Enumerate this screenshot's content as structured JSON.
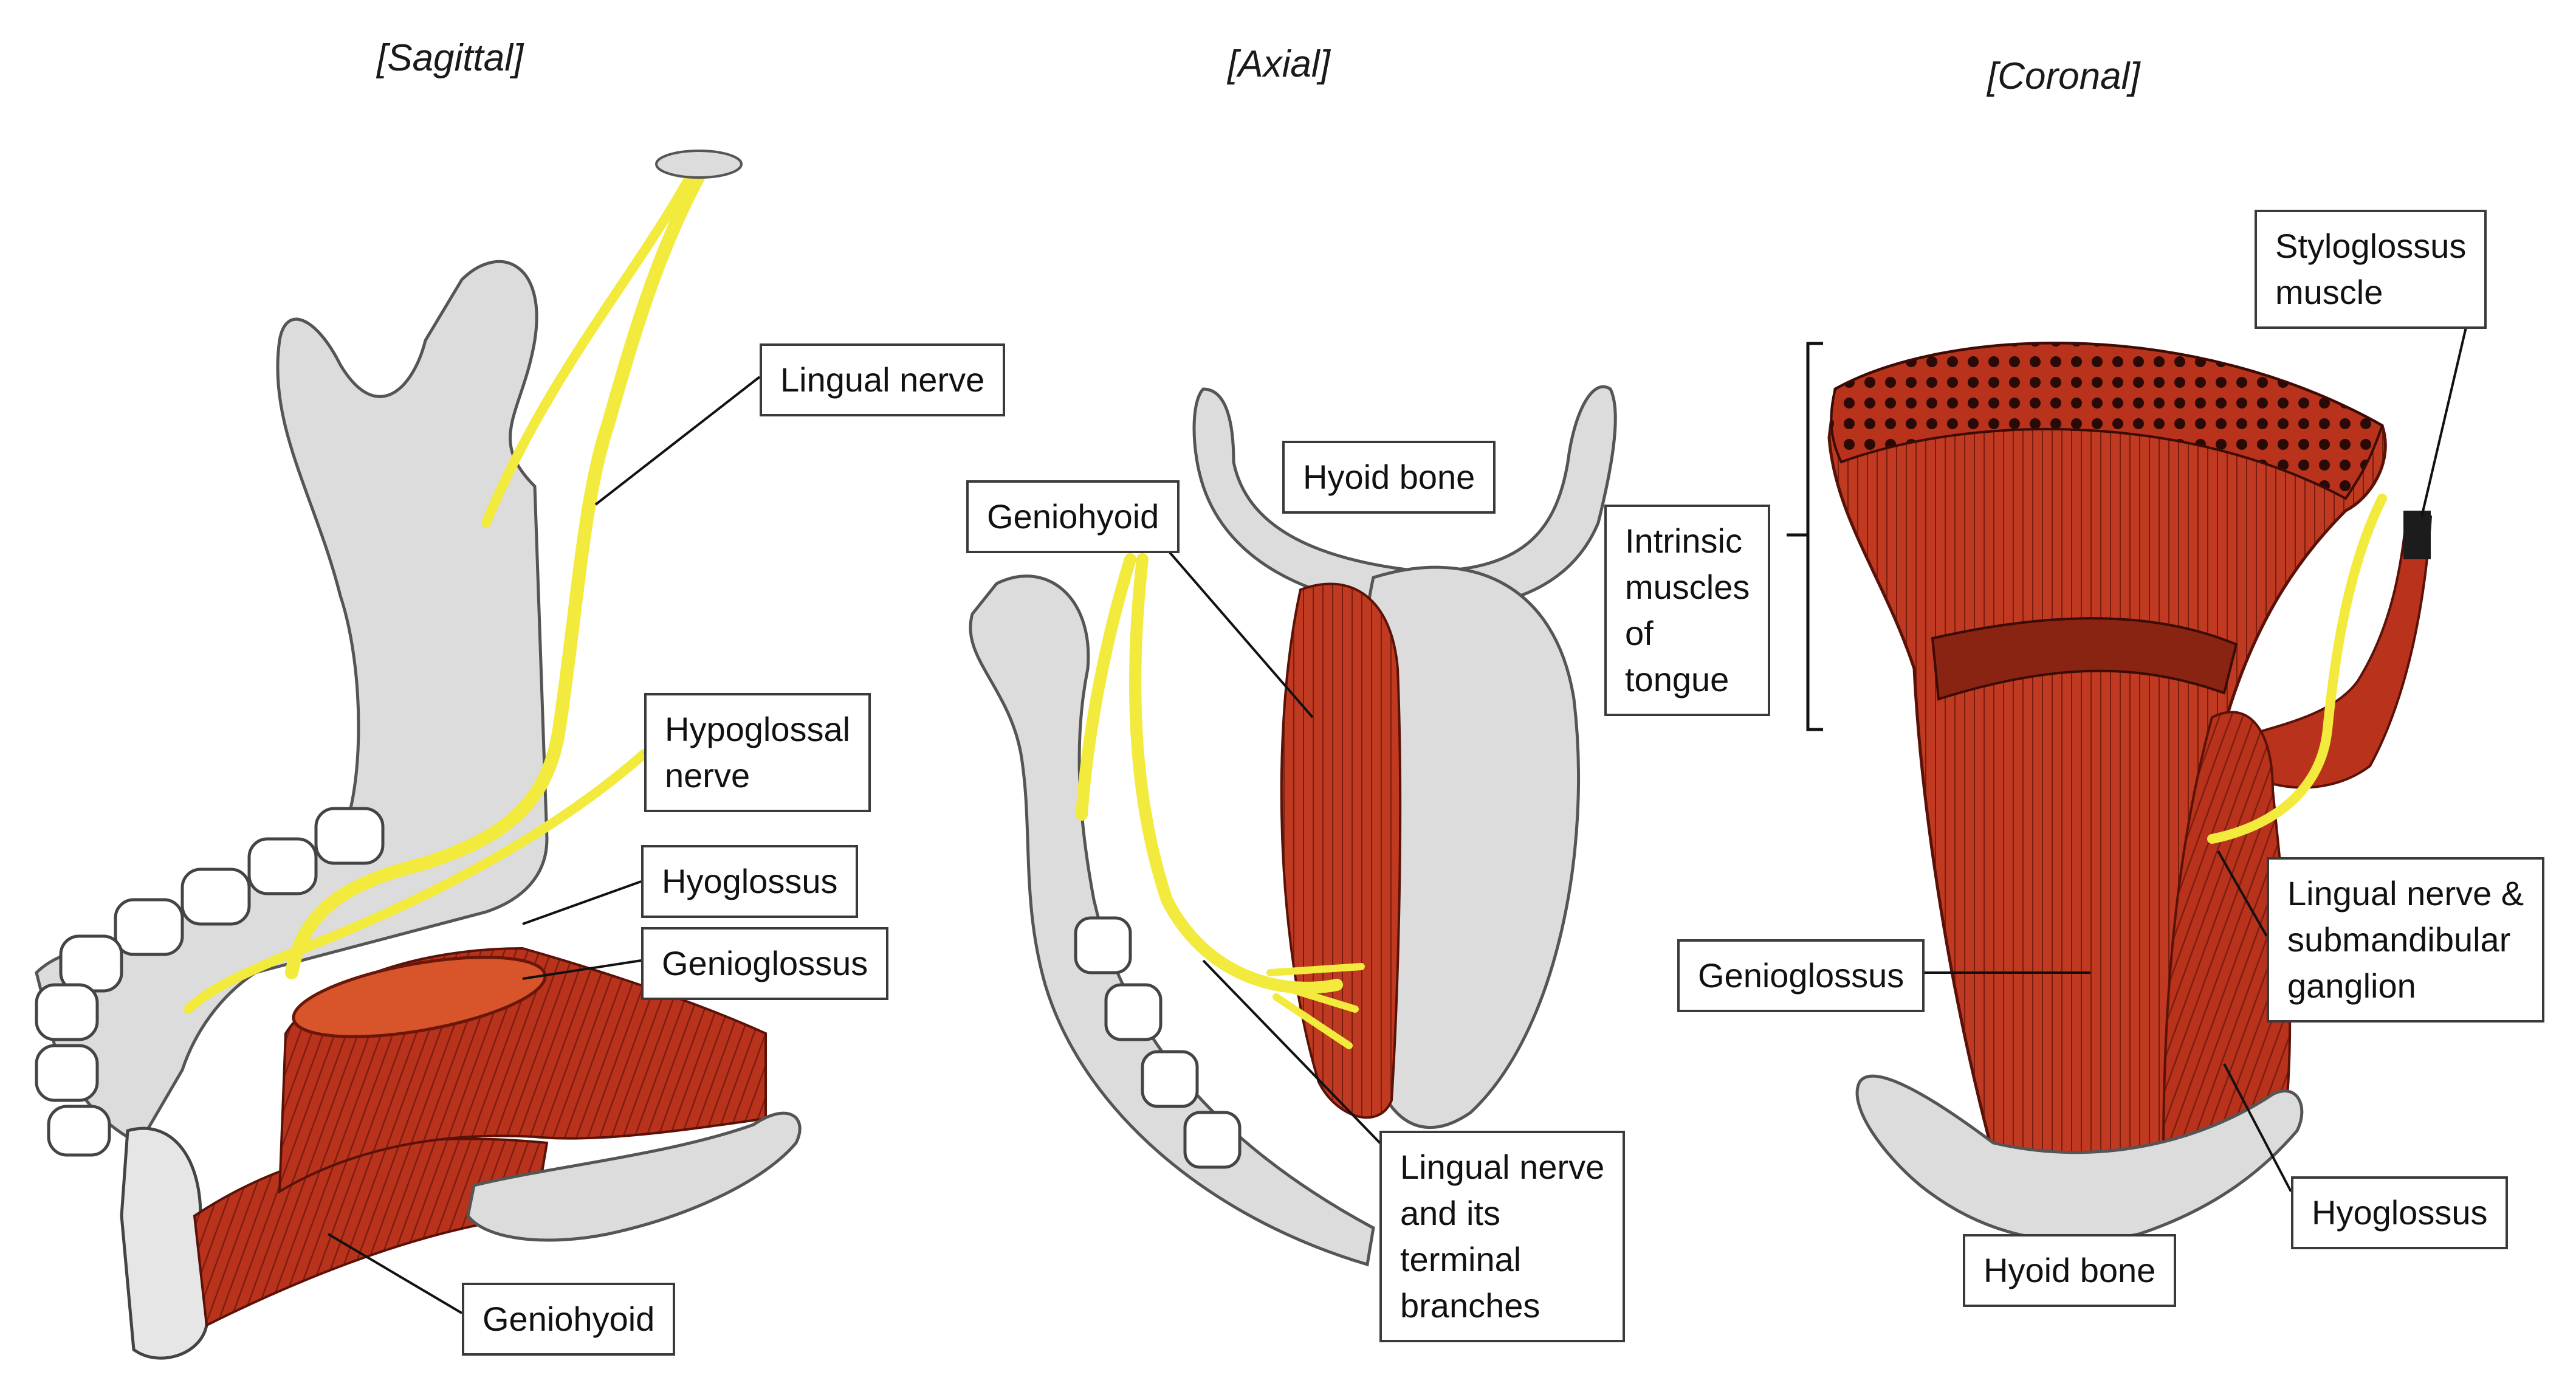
{
  "views": {
    "sagittal": "[Sagittal]",
    "axial": "[Axial]",
    "coronal": "[Coronal]"
  },
  "labels": {
    "sag_lingual_nerve": [
      "Lingual nerve"
    ],
    "sag_hypoglossal_nerve": [
      "Hypoglossal",
      "nerve"
    ],
    "sag_hyoglossus": [
      "Hyoglossus"
    ],
    "sag_genioglossus": [
      "Genioglossus"
    ],
    "sag_geniohyoid": [
      "Geniohyoid"
    ],
    "ax_geniohyoid": [
      "Geniohyoid"
    ],
    "ax_hyoid_bone": [
      "Hyoid bone"
    ],
    "ax_lingual_nerve_branches": [
      "Lingual nerve",
      "and its",
      "terminal",
      "branches"
    ],
    "cor_styloglossus": [
      "Styloglossus",
      "muscle"
    ],
    "cor_intrinsic": [
      "Intrinsic",
      "muscles",
      "of",
      "tongue"
    ],
    "cor_lingual_nerve_ganglion": [
      "Lingual nerve &",
      "submandibular",
      "ganglion"
    ],
    "cor_genioglossus": [
      "Genioglossus"
    ],
    "cor_hyoglossus": [
      "Hyoglossus"
    ],
    "cor_hyoid_bone": [
      "Hyoid bone"
    ]
  },
  "colors": {
    "bone": "#dcdcdc",
    "bone_outline": "#555555",
    "muscle": "#b8321c",
    "muscle_dark": "#7d1d0f",
    "nerve": "#f2ea3c",
    "nerve_outline": "#b0a820"
  }
}
